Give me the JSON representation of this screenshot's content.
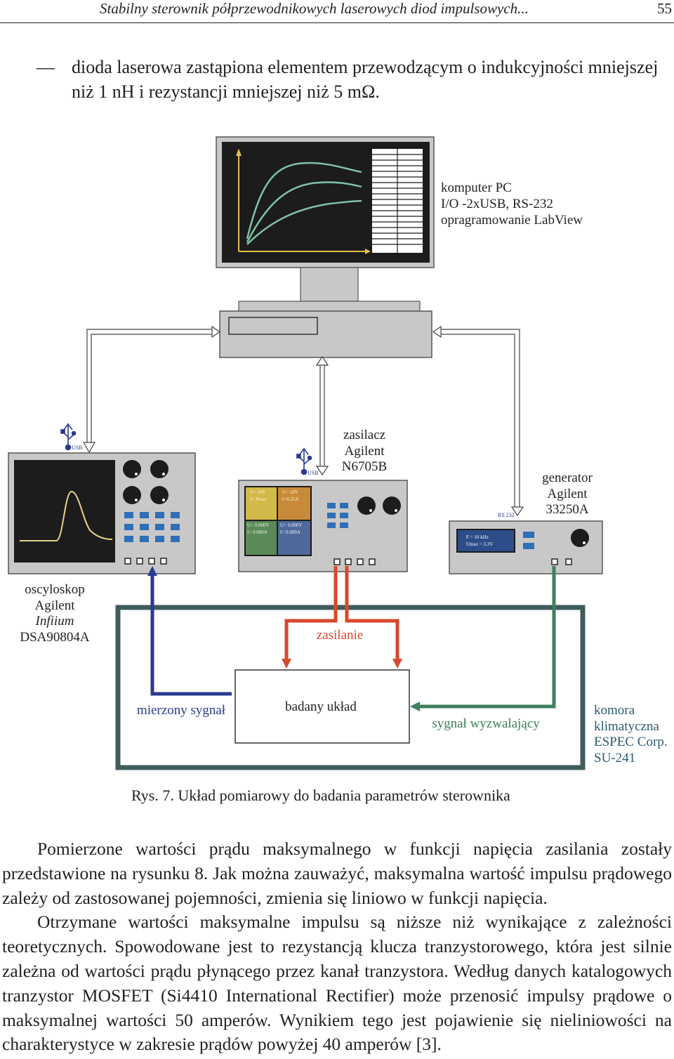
{
  "header": {
    "running_title": "Stabilny sterownik półprzewodnikowych laserowych diod impulsowych...",
    "page_number": "55"
  },
  "bullet": {
    "dash": "—",
    "text": "dioda laserowa zastąpiona elementem przewodzącym o indukcyjności mniejszej niż 1 nH i rezystancji mniejszej niż 5 mΩ."
  },
  "figure": {
    "pc_label": [
      "komputer PC",
      "I/O -2xUSB, RS-232",
      "opragramowanie LabView"
    ],
    "usb_label": "USB",
    "rs232_label": "RS 232",
    "power_supply_label": [
      "zasilacz",
      "Agilent",
      "N6705B"
    ],
    "generator_label": [
      "generator",
      "Agilent",
      "33250A"
    ],
    "oscilloscope_label": [
      "oscyloskop",
      "Agilent",
      "Infiium",
      "DSA90804A"
    ],
    "zasilanie_label": "zasilanie",
    "dut_label": "badany układ",
    "measured_signal_label": "mierzony sygnał",
    "trigger_signal_label": "sygnał wyzwalający",
    "chamber_label": [
      "komora",
      "klimatyczna",
      "ESPEC Corp.",
      "SU-241"
    ],
    "psu_screen": [
      [
        "U= 10V",
        "I= Pmax"
      ],
      [
        "U= 10V",
        "I=0.25A"
      ],
      [
        "U= 0.000V",
        "I= 0.000A"
      ],
      [
        "U= 0.000V",
        "I= 0.000A"
      ]
    ],
    "gen_screen": [
      "F = 10 kHz",
      "Umax = 3.3V"
    ],
    "colors": {
      "screen": "#1c1c1c",
      "device": "#c8c8c8",
      "chamber": "#405c5c",
      "power": "#d9482a",
      "measured": "#2a3b8f",
      "trigger": "#3e7f5c",
      "curve_pc": "#7fc3a4",
      "curve_scope": "#e6d28a",
      "buttons": "#2e6fb5"
    }
  },
  "caption": "Rys. 7. Układ pomiarowy do badania parametrów sterownika",
  "paragraphs": [
    "Pomierzone wartości prądu maksymalnego w funkcji napięcia zasilania zostały przedstawione na rysunku 8. Jak można zauważyć, maksymalna wartość impulsu prądowego zależy od zastosowanej pojemności, zmienia się liniowo w funkcji napięcia.",
    "Otrzymane wartości maksymalne impulsu są niższe niż wynikające z zależności teoretycznych. Spowodowane jest to rezystancją klucza tranzystorowego, która jest silnie zależna od wartości prądu płynącego przez kanał tranzystora. Według danych katalogowych tranzystor MOSFET (Si4410 International Rectifier) może przenosić impulsy prądowe o maksymalnej wartości 50 amperów. Wynikiem tego jest pojawienie się nieliniowości na charakterystyce w zakresie prądów powyżej 40 amperów [3]."
  ]
}
